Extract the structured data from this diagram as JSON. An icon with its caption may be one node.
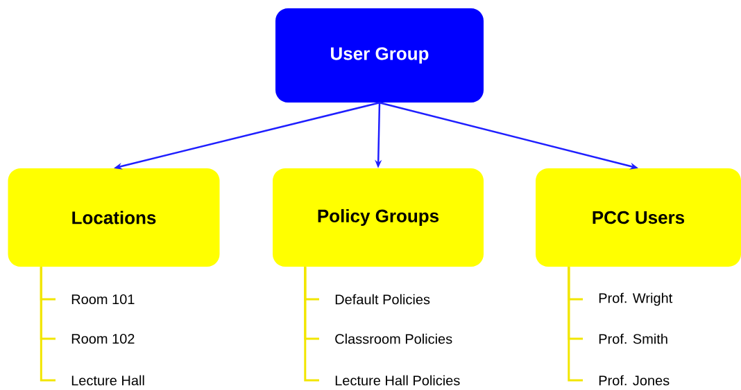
{
  "diagram": {
    "nodes": [
      {
        "text": [
          "User Group"
        ]
      },
      {
        "text": [
          "Locations"
        ]
      },
      {
        "text": [
          "Policy Groups"
        ]
      },
      {
        "text": [
          "PCC Users"
        ]
      },
      {
        "text": [
          "Room 101"
        ]
      },
      {
        "text": [
          "Room 102"
        ]
      },
      {
        "text": [
          "Lecture Hall"
        ]
      },
      {
        "text": [
          "Default Policies"
        ]
      },
      {
        "text": [
          "Classroom Policies"
        ]
      },
      {
        "text": [
          "Lecture Hall Policies"
        ]
      },
      {
        "text": [
          "Prof. Wright"
        ]
      },
      {
        "text": [
          "Prof. Smith"
        ]
      },
      {
        "text": [
          "Prof. Jones"
        ]
      }
    ],
    "edges": [
      {
        "from": 0,
        "to": 1,
        "arrow": "to",
        "color": "#1f1fff"
      },
      {
        "from": 0,
        "to": 2,
        "arrow": "to",
        "color": "#1f1fff"
      },
      {
        "from": 0,
        "to": 3,
        "arrow": "to",
        "color": "#1f1fff"
      },
      {
        "from": 1,
        "to": 4,
        "arrow": "none"
      },
      {
        "from": 1,
        "to": 5,
        "arrow": "none"
      },
      {
        "from": 1,
        "to": 6,
        "arrow": "none"
      },
      {
        "from": 2,
        "to": 7,
        "arrow": "none"
      },
      {
        "from": 2,
        "to": 8,
        "arrow": "none"
      },
      {
        "from": 2,
        "to": 9,
        "arrow": "none"
      },
      {
        "from": 3,
        "to": 10,
        "arrow": "none"
      },
      {
        "from": 3,
        "to": 11,
        "arrow": "none"
      },
      {
        "from": 3,
        "to": 12,
        "arrow": "none"
      }
    ]
  }
}
